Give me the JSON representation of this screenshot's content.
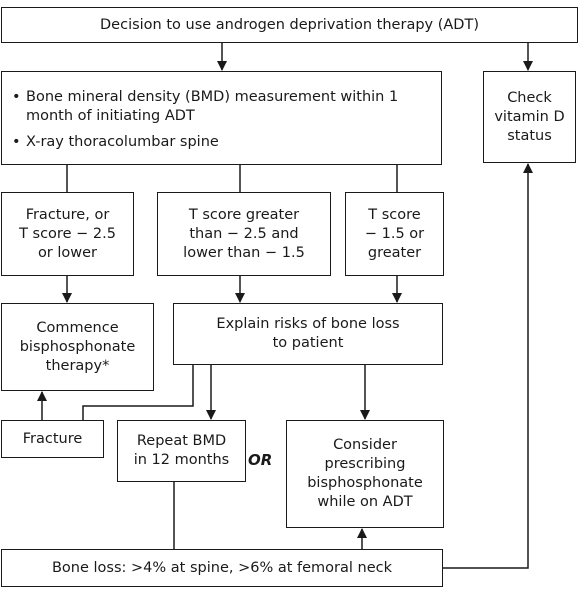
{
  "boxes": {
    "decision": "Decision to use androgen deprivation therapy (ADT)",
    "bmd_items": [
      "Bone mineral density (BMD) measurement within 1 month of initiating ADT",
      "X-ray thoracolumbar spine"
    ],
    "vitamin_d": [
      "Check",
      "vitamin D",
      "status"
    ],
    "fracture_t": [
      "Fracture, or",
      "T score − 2.5",
      "or lower"
    ],
    "t_mid": [
      "T score greater",
      "than − 2.5 and",
      "lower than − 1.5"
    ],
    "t_high": [
      "T score",
      "− 1.5 or",
      "greater"
    ],
    "bisphosphonate": [
      "Commence",
      "bisphosphonate",
      "therapy*"
    ],
    "explain": [
      "Explain risks of bone loss",
      "to patient"
    ],
    "fracture": "Fracture",
    "repeat": [
      "Repeat BMD",
      "in 12 months"
    ],
    "consider": [
      "Consider",
      "prescribing",
      "bisphosphonate",
      "while on ADT"
    ],
    "bone_loss": "Bone loss: >4% at spine, >6% at femoral neck"
  },
  "or_label": "OR",
  "line_color": "#1a1a1a"
}
